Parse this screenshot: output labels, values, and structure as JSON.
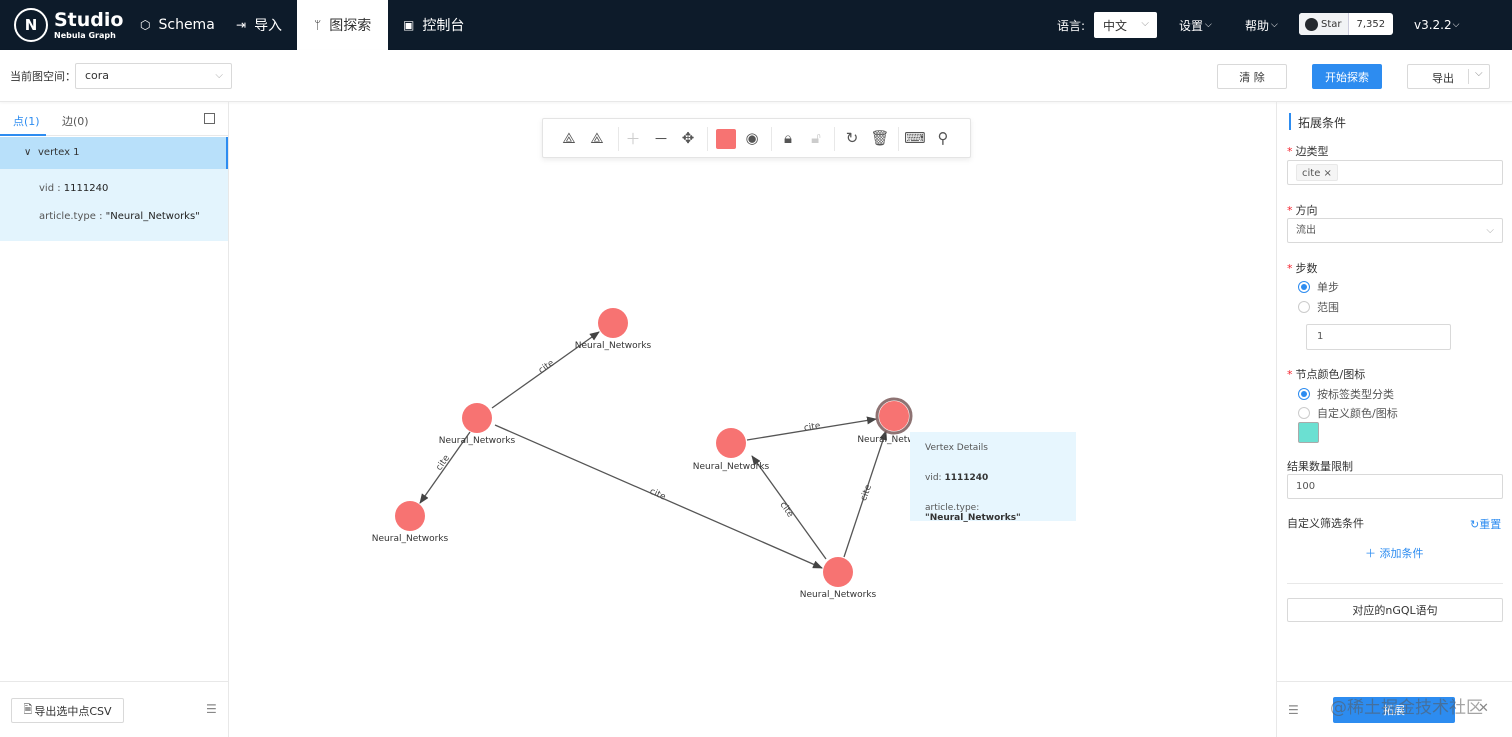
{
  "app": {
    "logo_letter": "N",
    "logo_title": "Studio",
    "logo_sub": "Nebula Graph"
  },
  "nav": [
    {
      "label": "Schema",
      "icon": "schema-icon"
    },
    {
      "label": "导入",
      "icon": "import-icon"
    },
    {
      "label": "图探索",
      "icon": "explore-icon",
      "active": true
    },
    {
      "label": "控制台",
      "icon": "console-icon"
    }
  ],
  "topright": {
    "lang_label": "语言:",
    "lang_value": "中文",
    "settings": "设置",
    "help": "帮助",
    "star_label": "Star",
    "star_count": "7,352",
    "version": "v3.2.2"
  },
  "subbar": {
    "space_label": "当前图空间：",
    "space_value": "cora",
    "clear_label": "清 除",
    "explore_label": "开始探索",
    "export_label": "导出"
  },
  "left": {
    "tab_vertices": "点(1)",
    "tab_edges": "边(0)",
    "vertex_title": "vertex 1",
    "vid_label": "vid : ",
    "vid_value": "1111240",
    "type_label": "article.type : ",
    "type_value": "\"Neural_Networks\"",
    "csv_label": "导出选中点CSV"
  },
  "graph": {
    "node_color": "#f77372",
    "nodes": [
      {
        "id": "n1",
        "label": "Neural_Networks"
      },
      {
        "id": "n2",
        "label": "Neural_Networks"
      },
      {
        "id": "n3",
        "label": "Neural_Networks"
      },
      {
        "id": "n4",
        "label": "Neural_Networks"
      },
      {
        "id": "n5",
        "label": "Neural_Netw"
      },
      {
        "id": "n6",
        "label": "Neural_Networks"
      }
    ],
    "edge_label": "cite",
    "tooltip": {
      "title": "Vertex Details",
      "vid_label": "vid: ",
      "vid_value": "1111240",
      "type_label": "article.type: ",
      "type_value": "\"Neural_Networks\""
    }
  },
  "right": {
    "title": "拓展条件",
    "edge_type_label": "边类型",
    "edge_type_tag": "cite",
    "direction_label": "方向",
    "direction_value": "流出",
    "steps_label": "步数",
    "step_single": "单步",
    "step_range": "范围",
    "step_value": "1",
    "color_label": "节点颜色/图标",
    "color_by_tag": "按标签类型分类",
    "color_custom": "自定义颜色/图标",
    "swatch_color": "#6be0d2",
    "limit_label": "结果数量限制",
    "limit_value": "100",
    "filter_label": "自定义筛选条件",
    "reset_label": "重置",
    "add_condition": "添加条件",
    "ngql_button": "对应的nGQL语句",
    "expand_button": "拓展"
  },
  "watermark": "@稀土掘金技术社区"
}
